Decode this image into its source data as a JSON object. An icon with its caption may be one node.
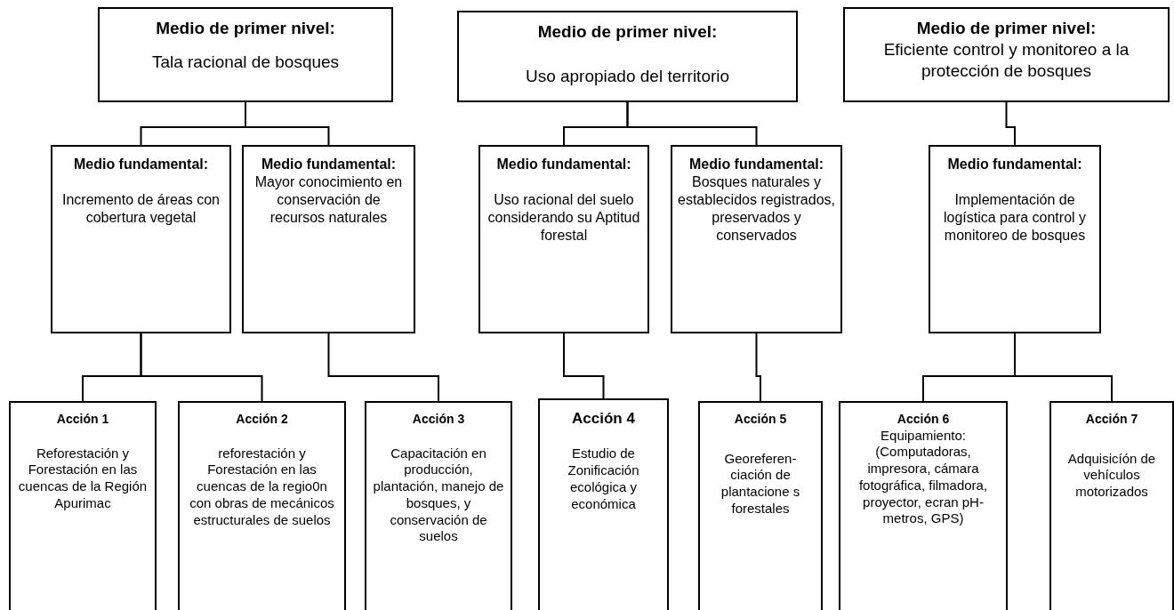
{
  "diagram": {
    "nodes": [
      {
        "text": [
          "Medio de primer nivel:",
          "Tala racional de bosques"
        ]
      },
      {
        "text": [
          "Medio de primer nivel:",
          "Uso apropiado del territorio"
        ]
      },
      {
        "text": [
          "Medio de primer nivel:",
          "Eficiente control y monitoreo a la protección de bosques"
        ]
      },
      {
        "text": [
          "Medio fundamental:",
          "Incremento de áreas con cobertura vegetal"
        ]
      },
      {
        "text": [
          "Medio fundamental:",
          "Mayor conocimiento en conservación de recursos naturales"
        ]
      },
      {
        "text": [
          "Medio fundamental:",
          "Uso racional del suelo considerando su Aptitud forestal"
        ]
      },
      {
        "text": [
          "Medio fundamental:",
          "Bosques naturales y establecidos registrados, preservados y conservados"
        ]
      },
      {
        "text": [
          "Medio fundamental:",
          "Implementación de logística para control y monitoreo de bosques"
        ]
      },
      {
        "text": [
          "Acción 1",
          "Reforestación y Forestación en las cuencas de la Región Apurimac"
        ]
      },
      {
        "text": [
          "Acción 2",
          "reforestación y Forestación en las cuencas de la regio0n con obras de mecánicos estructurales de suelos"
        ]
      },
      {
        "text": [
          "Acción 3",
          "Capacitación en producción, plantación, manejo de bosques, y conservación de suelos"
        ]
      },
      {
        "text": [
          "Acción 4",
          "Estudio de Zonificación ecológica y económica"
        ]
      },
      {
        "text": [
          "Acción 5",
          "Georeferen- ciación de plantacione s forestales"
        ]
      },
      {
        "text": [
          "Acción 6",
          "Equipamiento: (Computadoras, impresora, cámara fotográfica, filmadora, proyector, ecran pH-metros, GPS)"
        ]
      },
      {
        "text": [
          "Acción 7",
          "Adquisicíón de vehículos motorizados"
        ]
      }
    ],
    "edges": [
      {
        "from": 0,
        "to": 3,
        "arrow": "none"
      },
      {
        "from": 0,
        "to": 4,
        "arrow": "none"
      },
      {
        "from": 1,
        "to": 5,
        "arrow": "none"
      },
      {
        "from": 1,
        "to": 6,
        "arrow": "none"
      },
      {
        "from": 2,
        "to": 7,
        "arrow": "none"
      },
      {
        "from": 3,
        "to": 8,
        "arrow": "none"
      },
      {
        "from": 3,
        "to": 9,
        "arrow": "none"
      },
      {
        "from": 4,
        "to": 10,
        "arrow": "none"
      },
      {
        "from": 5,
        "to": 11,
        "arrow": "none"
      },
      {
        "from": 6,
        "to": 12,
        "arrow": "none"
      },
      {
        "from": 7,
        "to": 13,
        "arrow": "none"
      },
      {
        "from": 7,
        "to": 14,
        "arrow": "none"
      }
    ]
  }
}
